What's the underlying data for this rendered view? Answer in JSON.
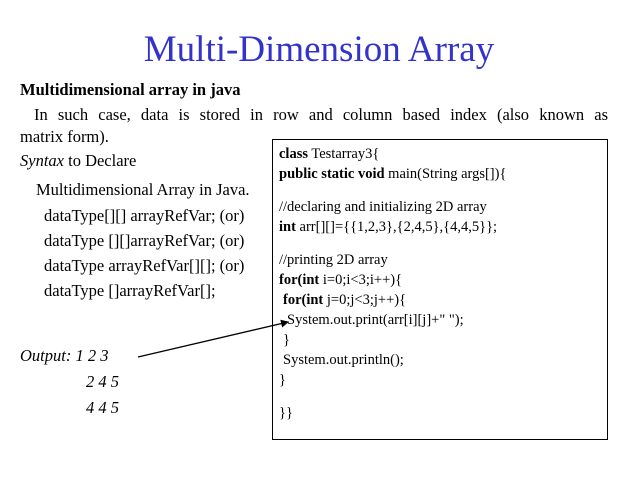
{
  "title": "Multi-Dimension Array",
  "heading": "Multidimensional array in java",
  "intro_line1": "In such case, data is stored in row and column based index (also known as",
  "intro_line2": "matrix form).",
  "syntax_label": "Syntax",
  "syntax_rest": " to Declare",
  "syntax_sub": "Multidimensional Array in Java.",
  "declarations": [
    "dataType[][] arrayRefVar; (or)",
    "dataType [][]arrayRefVar; (or)",
    "dataType arrayRefVar[][]; (or)",
    "dataType []arrayRefVar[];"
  ],
  "output_label": "Output: ",
  "output_rows": [
    "1 2 3",
    "2 4 5",
    "4 4 5"
  ],
  "code": {
    "l1_kw": "class",
    "l1_rest": " Testarray3{",
    "l2_kw": "public static void",
    "l2_rest": " main(String args[]){",
    "l3": "//declaring and initializing 2D array",
    "l4_kw": "int",
    "l4_rest": " arr[][]={{1,2,3},{2,4,5},{4,4,5}};",
    "l5": "//printing 2D array",
    "l6_kw": "for(int",
    "l6_rest": " i=0;i<3;i++){",
    "l7_kw": "for(int",
    "l7_rest": " j=0;j<3;j++){",
    "l8": "System.out.print(arr[i][j]+\" \");",
    "l9": "}",
    "l10": "System.out.println();",
    "l11": "}",
    "l12": "}}"
  },
  "colors": {
    "title": "#3333cc"
  }
}
